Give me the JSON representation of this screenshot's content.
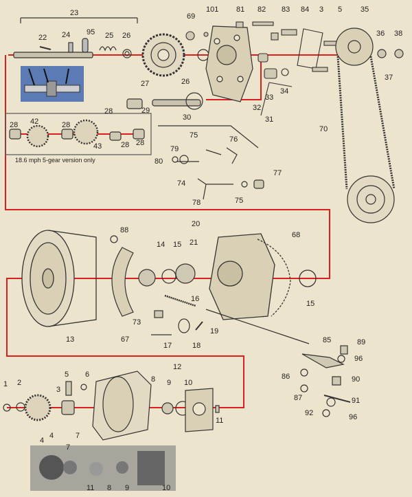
{
  "caption": "18.6 mph 5-gear version only",
  "labels": {
    "l23": "23",
    "l22": "22",
    "l24": "24",
    "l95": "95",
    "l25": "25",
    "l26a": "26",
    "l27": "27",
    "l69": "69",
    "l101": "101",
    "l81": "81",
    "l82": "82",
    "l83": "83",
    "l84": "84",
    "l3": "3",
    "l5a": "5",
    "l35": "35",
    "l36": "36",
    "l38": "38",
    "l37": "37",
    "l26b": "26",
    "l32": "32",
    "l33": "33",
    "l34": "34",
    "l31": "31",
    "l28a": "28",
    "l29": "29",
    "l30": "30",
    "l70": "70",
    "l28b": "28",
    "l42": "42",
    "l28c": "28",
    "l43": "43",
    "l28d": "28",
    "l28e": "28",
    "l75a": "75",
    "l76": "76",
    "l79": "79",
    "l80": "80",
    "l74": "74",
    "l77": "77",
    "l78": "78",
    "l75b": "75",
    "l20": "20",
    "l88": "88",
    "l14": "14",
    "l15a": "15",
    "l21": "21",
    "l68": "68",
    "l15b": "15",
    "l16": "16",
    "l13": "13",
    "l73": "73",
    "l67": "67",
    "l17": "17",
    "l18": "18",
    "l19": "19",
    "l85": "85",
    "l89": "89",
    "l96a": "96",
    "l86": "86",
    "l90": "90",
    "l87": "87",
    "l91": "91",
    "l92": "92",
    "l96b": "96",
    "l12": "12",
    "l1": "1",
    "l2": "2",
    "l5b": "5",
    "l6": "6",
    "l8a": "8",
    "l9a": "9",
    "l10a": "10",
    "l3b": "3",
    "l4a": "4",
    "l7a": "7",
    "l11a": "11",
    "l4b": "4",
    "l7b": "7",
    "l11b": "11",
    "l8b": "8",
    "l9b": "9",
    "l10b": "10"
  }
}
